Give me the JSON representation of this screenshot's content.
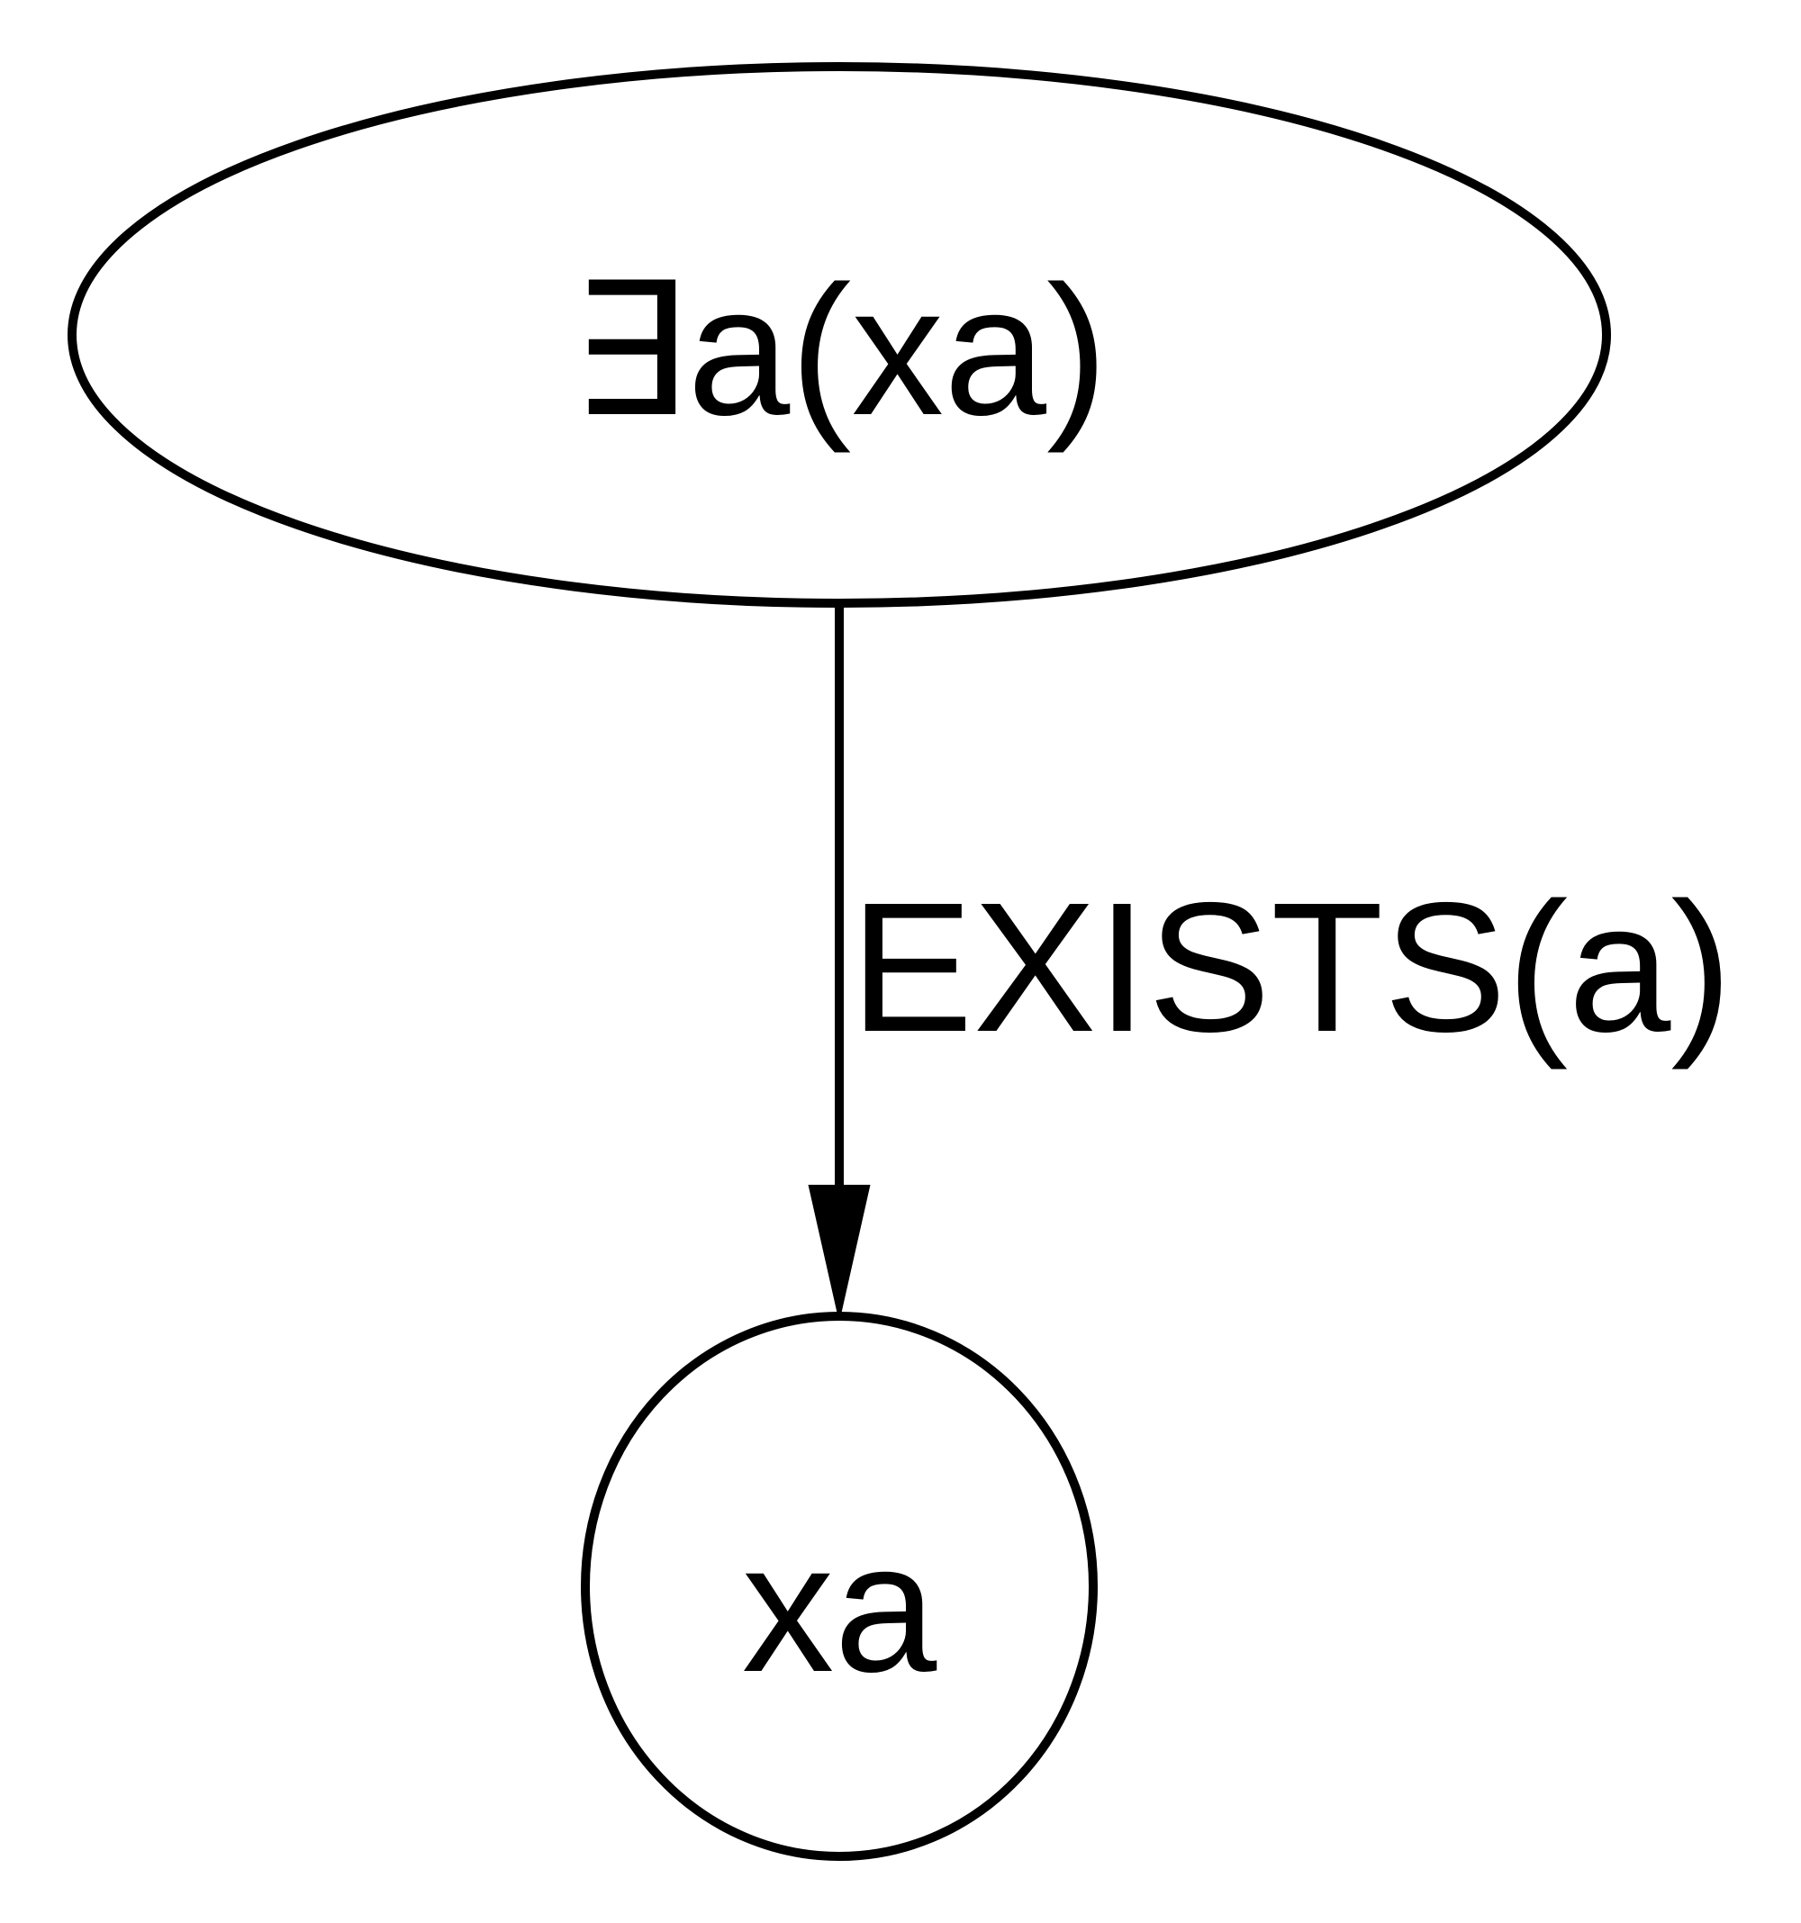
{
  "diagram": {
    "nodes": [
      {
        "id": "root",
        "label": "∃a(xa)",
        "shape": "ellipse"
      },
      {
        "id": "child",
        "label": "xa",
        "shape": "ellipse"
      }
    ],
    "edges": [
      {
        "from": "root",
        "to": "child",
        "label": "EXISTS(a)"
      }
    ]
  },
  "colors": {
    "stroke": "#000000",
    "background": "#ffffff"
  }
}
